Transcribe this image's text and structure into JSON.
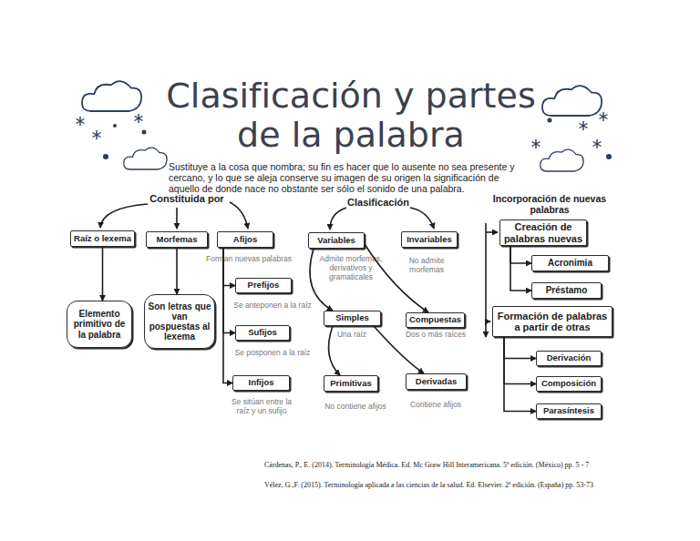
{
  "diagram": {
    "title": "Clasificación y partes de la palabra",
    "nodes": [
      {
        "text": [
          "Raíz o lexema"
        ]
      },
      {
        "text": [
          "Morfemas"
        ]
      },
      {
        "text": [
          "Afijos"
        ]
      },
      {
        "text": [
          "Variables"
        ]
      },
      {
        "text": [
          "Invariables"
        ]
      },
      {
        "text": [
          "Creación de palabras nuevas"
        ]
      },
      {
        "text": [
          "Acronimia"
        ]
      },
      {
        "text": [
          "Préstamo"
        ]
      },
      {
        "text": [
          "Elemento primitivo de la palabra"
        ]
      },
      {
        "text": [
          "Son letras que van pospuestas al lexema"
        ]
      },
      {
        "text": [
          "Prefijos"
        ]
      },
      {
        "text": [
          "Sufijos"
        ]
      },
      {
        "text": [
          "Infijos"
        ]
      },
      {
        "text": [
          "Simples"
        ]
      },
      {
        "text": [
          "Compuestas"
        ]
      },
      {
        "text": [
          "Formación de palabras a partir de otras"
        ]
      },
      {
        "text": [
          "Primitivas"
        ]
      },
      {
        "text": [
          "Derivadas"
        ]
      },
      {
        "text": [
          "Derivación"
        ]
      },
      {
        "text": [
          "Composición"
        ]
      },
      {
        "text": [
          "Parasíntesis"
        ]
      }
    ],
    "edges": [
      {
        "from": 0,
        "to": 8,
        "arrow": "to"
      },
      {
        "from": 1,
        "to": 9,
        "arrow": "to"
      },
      {
        "from": 2,
        "to": 10,
        "arrow": "to"
      },
      {
        "from": 2,
        "to": 11,
        "arrow": "to"
      },
      {
        "from": 2,
        "to": 12,
        "arrow": "to"
      },
      {
        "from": 3,
        "to": 13,
        "arrow": "to"
      },
      {
        "from": 3,
        "to": 14,
        "arrow": "to"
      },
      {
        "from": 13,
        "to": 16,
        "arrow": "to"
      },
      {
        "from": 13,
        "to": 17,
        "arrow": "to"
      },
      {
        "from": 5,
        "to": 6,
        "arrow": "to"
      },
      {
        "from": 5,
        "to": 7,
        "arrow": "to"
      },
      {
        "from": 15,
        "to": 18,
        "arrow": "to"
      },
      {
        "from": 15,
        "to": 19,
        "arrow": "to"
      },
      {
        "from": 15,
        "to": 20,
        "arrow": "to"
      }
    ],
    "labels": [
      "Sustituye a la cosa que nombra; su fin es hacer que lo ausente no sea presente y cercano, y lo que se aleja conserve su imagen de su origen la significación de aquello de donde nace no obstante ser sólo el sonido de una palabra.",
      "Constituida por",
      "Clasificación",
      "Incorporación de nuevas palabras",
      "Forman nuevas palabras",
      "Admite morfemas, derivativos y gramaticales",
      "No admite morfemas",
      "Se anteponen a la raíz",
      "Una raíz",
      "Dos o más raíces",
      "Se posponen a la raíz",
      "Se sitúan entre la raíz y un sufijo",
      "No contiene afijos",
      "Contiene afijos",
      "Cárdenas, P., E. (2014). Terminología Médica. Ed. Mc Graw Hill Interamericana. 5ª edición. (México) pp. 5 - 7",
      "Vélez, G.,F. (2015). Terminología aplicada a las ciencias de la salud. Ed. Elsevier. 2ª edición. (España) pp. 53-73"
    ]
  }
}
